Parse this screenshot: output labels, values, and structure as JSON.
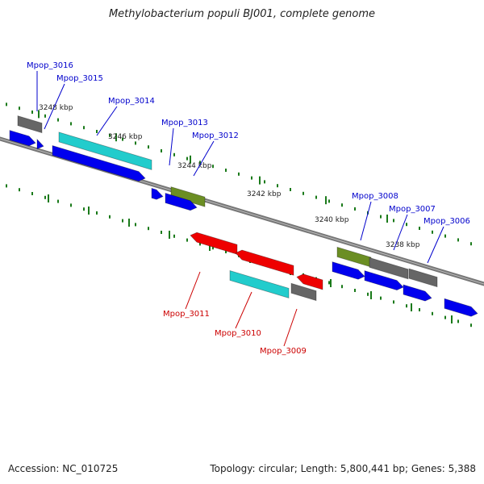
{
  "title": "Methylobacterium populi BJ001, complete genome",
  "footer": {
    "accession": "Accession: NC_010725",
    "summary": "Topology: circular; Length: 5,800,441 bp; Genes: 5,388"
  },
  "colors": {
    "plus_label": "#0000cc",
    "minus_label": "#cc0000",
    "backbone": "#777777",
    "tick": "#1a7a1a",
    "cds_blue": "#0000ee",
    "rna_cyan": "#22cccc",
    "gray": "#666666",
    "olive": "#6b8e23",
    "red": "#ee0000"
  },
  "scale_labels": [
    {
      "text": "3248 kbp"
    },
    {
      "text": "3246 kbp"
    },
    {
      "text": "3244 kbp"
    },
    {
      "text": "3242 kbp"
    },
    {
      "text": "3240 kbp"
    },
    {
      "text": "3238 kbp"
    }
  ],
  "gene_labels": [
    {
      "name": "Mpop_3016",
      "strand": "plus"
    },
    {
      "name": "Mpop_3015",
      "strand": "plus"
    },
    {
      "name": "Mpop_3014",
      "strand": "plus"
    },
    {
      "name": "Mpop_3013",
      "strand": "plus"
    },
    {
      "name": "Mpop_3012",
      "strand": "plus"
    },
    {
      "name": "Mpop_3008",
      "strand": "plus"
    },
    {
      "name": "Mpop_3007",
      "strand": "plus"
    },
    {
      "name": "Mpop_3006",
      "strand": "plus"
    },
    {
      "name": "Mpop_3011",
      "strand": "minus"
    },
    {
      "name": "Mpop_3010",
      "strand": "minus"
    },
    {
      "name": "Mpop_3009",
      "strand": "minus"
    }
  ]
}
